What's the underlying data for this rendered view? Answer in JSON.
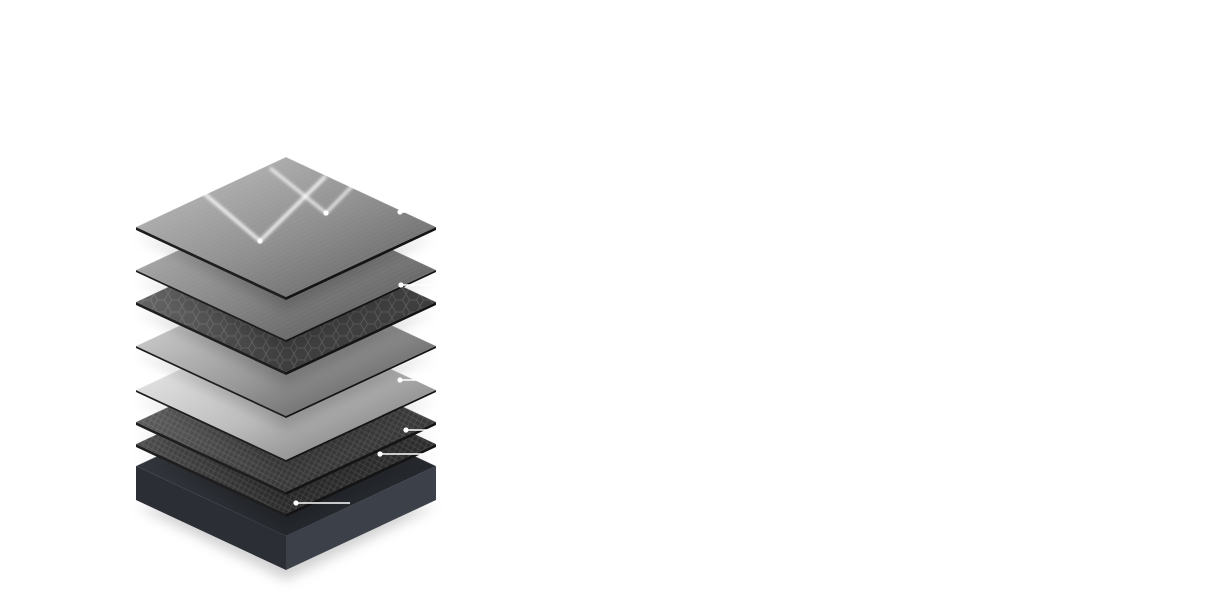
{
  "diagram": {
    "type": "exploded-layer-stack",
    "background_color": "#ffffff",
    "callout_color": "#ffffff",
    "layers": [
      {
        "id": "top-plate",
        "finish": "brushed-metal",
        "colors": [
          "#c4c4c4",
          "#8e8e8e",
          "#5a5a5a"
        ],
        "pattern": "none"
      },
      {
        "id": "thin-sheet",
        "finish": "brushed-metal",
        "colors": [
          "#bdbdbd",
          "#838383",
          "#4e4e4e"
        ],
        "pattern": "none"
      },
      {
        "id": "honeycomb-core",
        "finish": "honeycomb",
        "colors": [
          "#7a7a7a",
          "#4a4a4a",
          "#2c2c2c"
        ],
        "pattern": "hexagons"
      },
      {
        "id": "gradient-film",
        "finish": "satin",
        "colors": [
          "#e6e6e6",
          "#9a9a9a",
          "#4d4d4d"
        ],
        "pattern": "none"
      },
      {
        "id": "light-film",
        "finish": "satin",
        "colors": [
          "#fafafa",
          "#bcbcbc",
          "#6a6a6a"
        ],
        "pattern": "none"
      },
      {
        "id": "woven-mesh-upper",
        "finish": "woven-mesh",
        "colors": [
          "#6e6e6e",
          "#454545",
          "#262626"
        ],
        "pattern": "grid"
      },
      {
        "id": "woven-mesh-lower",
        "finish": "woven-mesh",
        "colors": [
          "#5e5e5e",
          "#393939",
          "#1e1e1e"
        ],
        "pattern": "grid"
      },
      {
        "id": "base-block",
        "finish": "dark-substrate",
        "colors": [
          "#3a3d44",
          "#2a2d33",
          "#1f2227"
        ],
        "pattern": "none"
      }
    ]
  }
}
